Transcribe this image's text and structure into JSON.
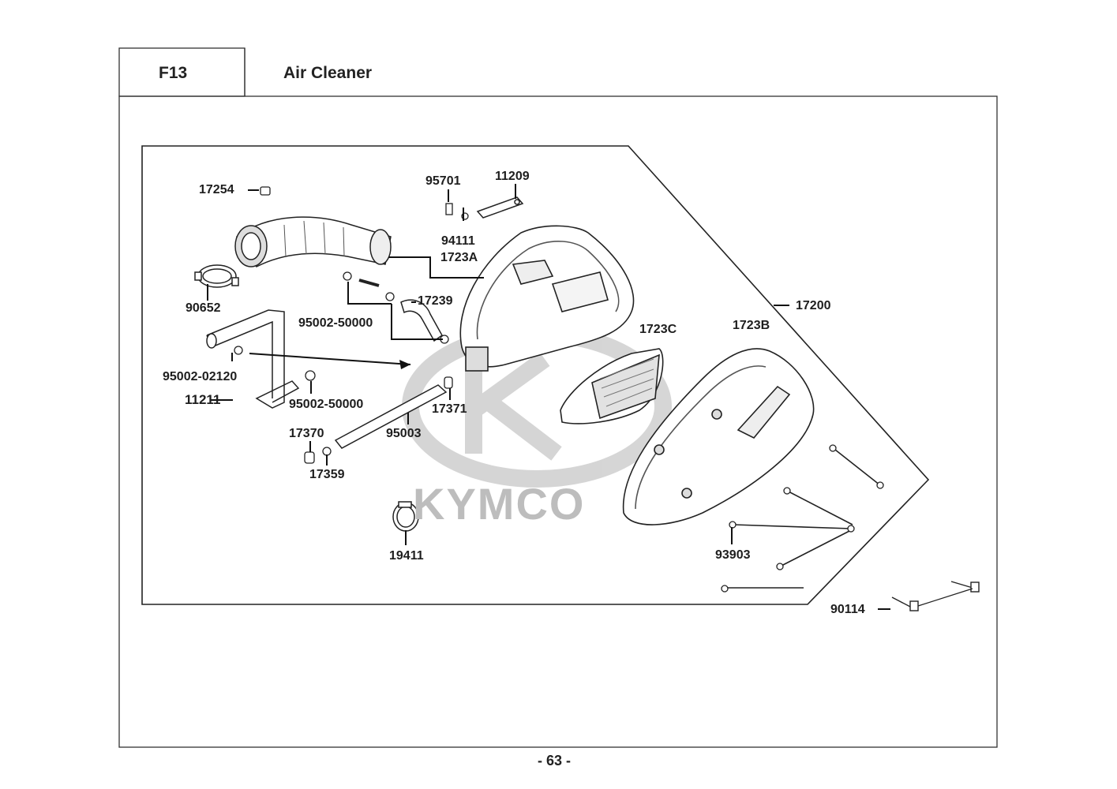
{
  "header": {
    "section_code": "F13",
    "section_title": "Air Cleaner"
  },
  "watermark": {
    "brand_text": "KYMCO"
  },
  "part_labels": {
    "p17254": "17254",
    "p95701": "95701",
    "p11209": "11209",
    "p94111": "94111",
    "p1723A": "1723A",
    "p90652": "90652",
    "p17239": "17239",
    "p95002_50000_a": "95002-50000",
    "p17200": "17200",
    "p1723C": "1723C",
    "p1723B": "1723B",
    "p95002_02120": "95002-02120",
    "p11211": "11211",
    "p95002_50000_b": "95002-50000",
    "p17371": "17371",
    "p17370": "17370",
    "p95003": "95003",
    "p17359": "17359",
    "p19411": "19411",
    "p93903": "93903",
    "p90114": "90114"
  },
  "footer": {
    "page_number": "- 63 -"
  }
}
